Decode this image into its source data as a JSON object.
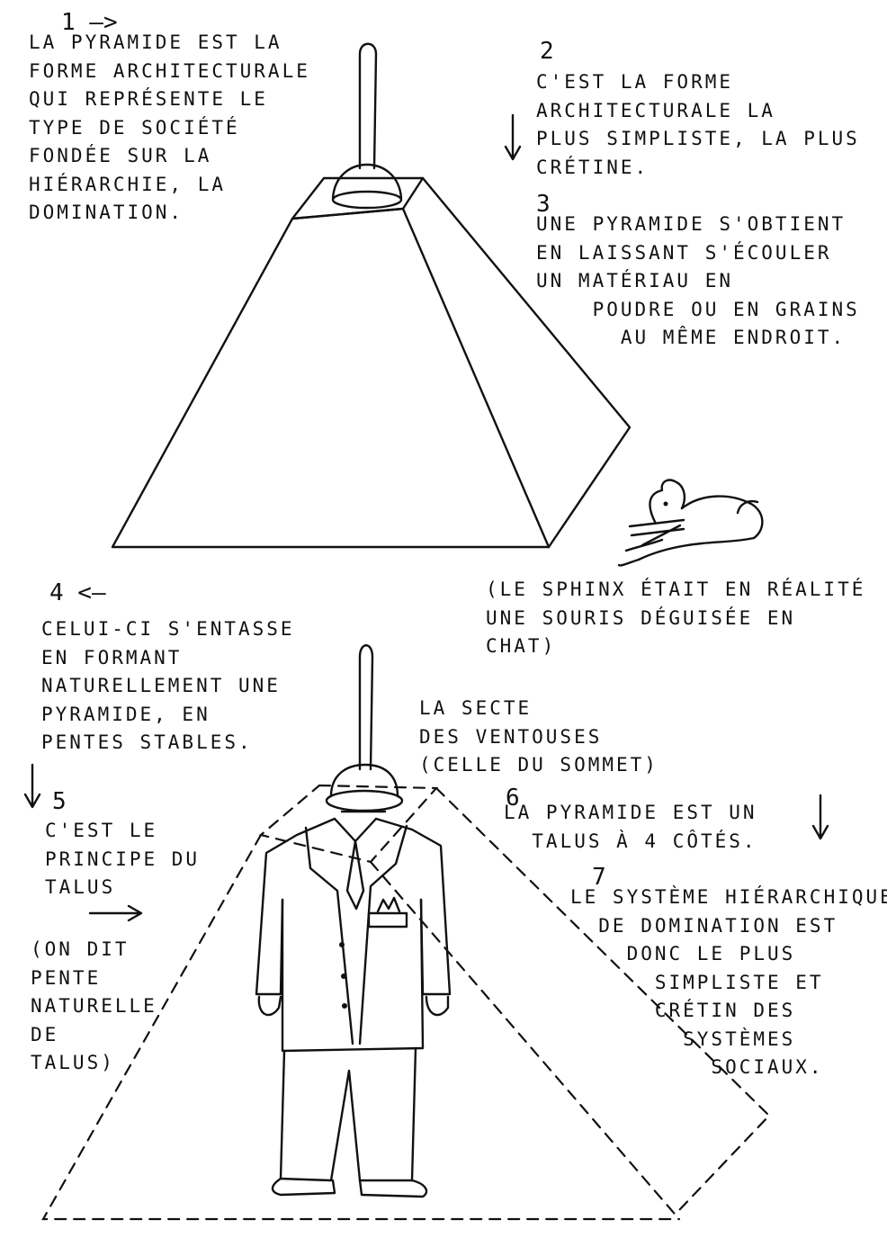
{
  "texts": {
    "n1": "1 —>",
    "t1": "La pyramide est la\nforme architecturale\nqui représente le\ntype de société\nfondée sur la\nhiérarchie, la\ndomination.",
    "n2": "2",
    "t2": "c'est la forme\narchitecturale la\nplus simpliste, la plus\ncrétine.",
    "n3": "3",
    "t3": "une pyramide s'obtient\nen laissant s'écouler\nun matériau en\n    poudre ou en grains\n      au même endroit.",
    "sphinx": "(le sphinx était en réalité\nune souris déguisée en\nchat)",
    "n4": "4 <—",
    "t4": "celui-ci s'entasse\nen formant\nnaturellement une\npyramide, en\npentes stables.",
    "secte": "la secte\ndes ventouses\n(celle du sommet)",
    "n5": "5",
    "t5": "c'est le\nprincipe du\ntalus",
    "talus": "(on dit\npente\nnaturelle\nde\ntalus)",
    "n6": "6",
    "t6": "la pyramide est un\n  talus à 4 côtés.",
    "n7": "7",
    "t7": "le système hiérarchique\n  de domination est\n    donc le plus\n      simpliste et\n      crétin des\n        systèmes\n          sociaux."
  },
  "icons": {
    "plunger_top": "plunger-icon",
    "mouse": "mouse-cat-sphinx-icon",
    "man": "man-with-plunger-head-icon",
    "arrows": "arrow-icon"
  }
}
